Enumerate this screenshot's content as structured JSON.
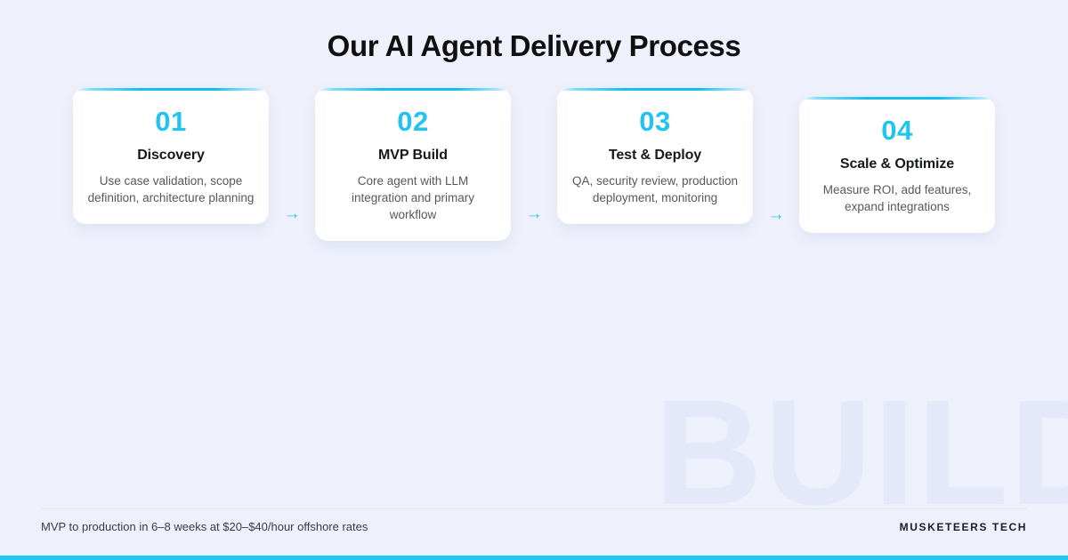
{
  "title": "Our AI Agent Delivery Process",
  "watermark": "BUILD",
  "arrow_glyph": "→",
  "colors": {
    "background": "#eef1fc",
    "accent_cyan": "#20c4f0",
    "bottom_bar": "#1ec8f5",
    "card_surface": "#ffffff",
    "title_text": "#101010",
    "body_text": "#55585e",
    "watermark": "#e3e9f8"
  },
  "steps": [
    {
      "number": "01",
      "title": "Discovery",
      "description": "Use case validation, scope definition, architecture planning"
    },
    {
      "number": "02",
      "title": "MVP Build",
      "description": "Core agent with LLM integration and primary workflow"
    },
    {
      "number": "03",
      "title": "Test & Deploy",
      "description": "QA, security review, production deployment, monitoring"
    },
    {
      "number": "04",
      "title": "Scale & Optimize",
      "description": "Measure ROI, add features, expand integrations"
    }
  ],
  "footer": {
    "note": "MVP to production in 6–8 weeks at $20–$40/hour offshore rates",
    "brand": "MUSKETEERS TECH"
  }
}
